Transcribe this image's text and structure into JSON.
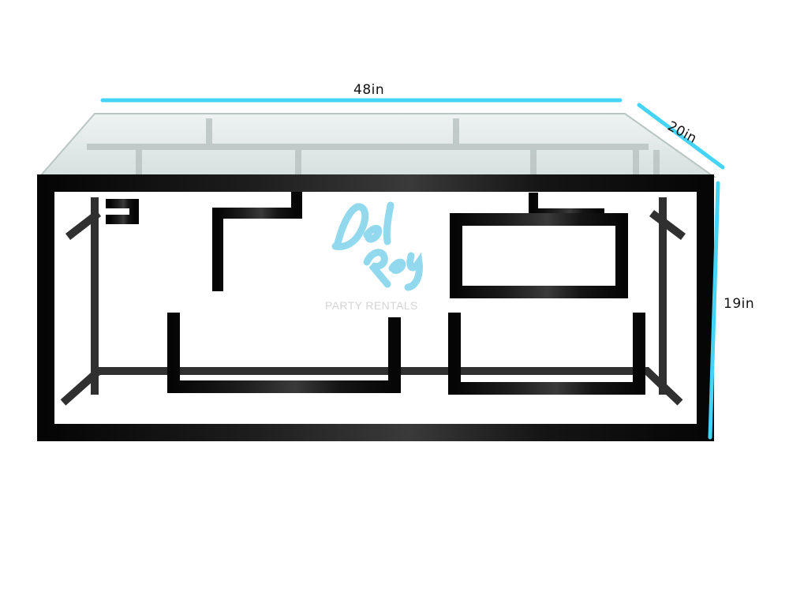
{
  "dimensions": {
    "width": "48in",
    "depth": "20in",
    "height": "19in"
  },
  "watermark": {
    "script_text": "Del Rey",
    "subtitle": "PARTY RENTALS"
  },
  "colors": {
    "dimension_line": "#45d4f5",
    "frame": "#0b0b0b",
    "glass": "#dde6e4",
    "watermark": "#7fd3ec",
    "watermark_text": "#d4d4d4"
  },
  "icons": {
    "product": "coffee-table-image",
    "logo": "del-rey-logo"
  }
}
